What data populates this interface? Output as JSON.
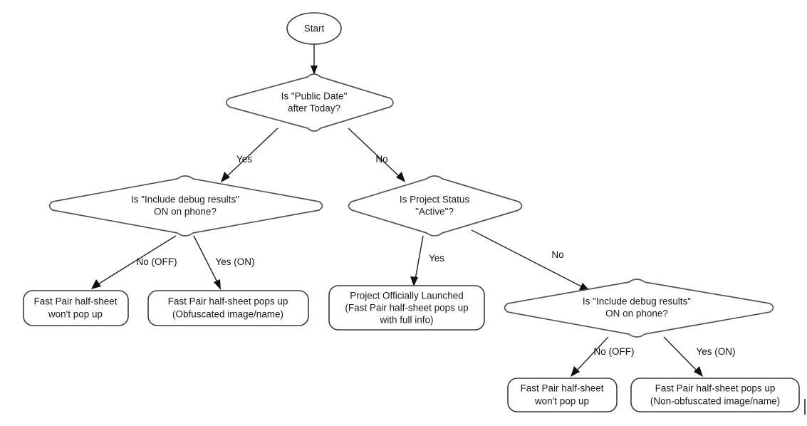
{
  "diagram": {
    "type": "flowchart",
    "title": "Fast Pair half-sheet visibility decision flow",
    "background_color": "#ffffff",
    "line_color": "#2b2b2b",
    "node_fill": "#ffffff",
    "node_stroke": "#555555",
    "text_color": "#1a1a1a"
  },
  "nodes": {
    "start": {
      "id": "start",
      "shape": "ellipse",
      "label": "Start",
      "lines": [
        "Start"
      ]
    },
    "public_date": {
      "id": "public-date-decision",
      "shape": "diamond",
      "lines": [
        "Is \"Public Date\"",
        "after Today?"
      ]
    },
    "debug_left": {
      "id": "include-debug-left-decision",
      "shape": "diamond",
      "lines": [
        "Is \"Include debug results\"",
        "ON on phone?"
      ]
    },
    "project_status": {
      "id": "project-status-decision",
      "shape": "diamond",
      "lines": [
        "Is Project Status",
        "\"Active\"?"
      ]
    },
    "debug_right": {
      "id": "include-debug-right-decision",
      "shape": "diamond",
      "lines": [
        "Is \"Include debug results\"",
        "ON on phone?"
      ]
    },
    "term_no_popup_left": {
      "id": "terminal-no-popup-left",
      "shape": "rounded-rect",
      "lines": [
        "Fast Pair half-sheet",
        "won't pop up"
      ]
    },
    "term_obfuscated": {
      "id": "terminal-obfuscated",
      "shape": "rounded-rect",
      "lines": [
        "Fast Pair half-sheet pops up",
        "(Obfuscated image/name)"
      ]
    },
    "term_launched": {
      "id": "terminal-project-launched",
      "shape": "rounded-rect",
      "lines": [
        "Project Officially Launched",
        "(Fast Pair half-sheet pops up",
        "with full info)"
      ]
    },
    "term_no_popup_right": {
      "id": "terminal-no-popup-right",
      "shape": "rounded-rect",
      "lines": [
        "Fast Pair half-sheet",
        "won't pop up"
      ]
    },
    "term_non_obfuscated": {
      "id": "terminal-non-obfuscated",
      "shape": "rounded-rect",
      "lines": [
        "Fast Pair half-sheet pops up",
        "(Non-obfuscated image/name)"
      ]
    }
  },
  "edges": [
    {
      "id": "start-to-public-date",
      "from": "start",
      "to": "public_date",
      "label": ""
    },
    {
      "id": "public-date-yes",
      "from": "public_date",
      "to": "debug_left",
      "label": "Yes"
    },
    {
      "id": "public-date-no",
      "from": "public_date",
      "to": "project_status",
      "label": "No"
    },
    {
      "id": "debug-left-no",
      "from": "debug_left",
      "to": "term_no_popup_left",
      "label": "No (OFF)"
    },
    {
      "id": "debug-left-yes",
      "from": "debug_left",
      "to": "term_obfuscated",
      "label": "Yes (ON)"
    },
    {
      "id": "project-status-yes",
      "from": "project_status",
      "to": "term_launched",
      "label": "Yes"
    },
    {
      "id": "project-status-no",
      "from": "project_status",
      "to": "debug_right",
      "label": "No"
    },
    {
      "id": "debug-right-no",
      "from": "debug_right",
      "to": "term_no_popup_right",
      "label": "No (OFF)"
    },
    {
      "id": "debug-right-yes",
      "from": "debug_right",
      "to": "term_non_obfuscated",
      "label": "Yes (ON)"
    }
  ],
  "edge_labels": {
    "public_date_yes": "Yes",
    "public_date_no": "No",
    "debug_left_no": "No (OFF)",
    "debug_left_yes": "Yes (ON)",
    "project_status_yes": "Yes",
    "project_status_no": "No",
    "debug_right_no": "No (OFF)",
    "debug_right_yes": "Yes (ON)"
  }
}
